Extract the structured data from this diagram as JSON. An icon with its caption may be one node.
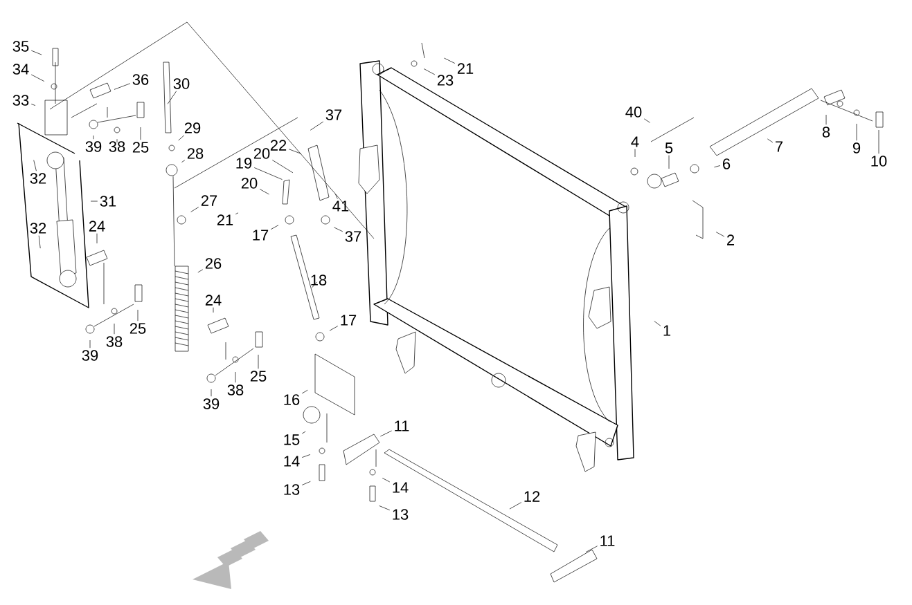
{
  "diagram": {
    "nodes": [
      {
        "text": [
          "35"
        ]
      },
      {
        "text": [
          "34"
        ]
      },
      {
        "text": [
          "33"
        ]
      },
      {
        "text": [
          "36"
        ]
      },
      {
        "text": [
          "30"
        ]
      },
      {
        "text": [
          "29"
        ]
      },
      {
        "text": [
          "28"
        ]
      },
      {
        "text": [
          "25"
        ]
      },
      {
        "text": [
          "38"
        ]
      },
      {
        "text": [
          "39"
        ]
      },
      {
        "text": [
          "32"
        ]
      },
      {
        "text": [
          "31"
        ]
      },
      {
        "text": [
          "32"
        ]
      },
      {
        "text": [
          "24"
        ]
      },
      {
        "text": [
          "27"
        ]
      },
      {
        "text": [
          "26"
        ]
      },
      {
        "text": [
          "24"
        ]
      },
      {
        "text": [
          "25"
        ]
      },
      {
        "text": [
          "38"
        ]
      },
      {
        "text": [
          "39"
        ]
      },
      {
        "text": [
          "25"
        ]
      },
      {
        "text": [
          "38"
        ]
      },
      {
        "text": [
          "39"
        ]
      },
      {
        "text": [
          "21"
        ]
      },
      {
        "text": [
          "20"
        ]
      },
      {
        "text": [
          "19"
        ]
      },
      {
        "text": [
          "20"
        ]
      },
      {
        "text": [
          "22"
        ]
      },
      {
        "text": [
          "37"
        ]
      },
      {
        "text": [
          "41"
        ]
      },
      {
        "text": [
          "17"
        ]
      },
      {
        "text": [
          "37"
        ]
      },
      {
        "text": [
          "18"
        ]
      },
      {
        "text": [
          "17"
        ]
      },
      {
        "text": [
          "16"
        ]
      },
      {
        "text": [
          "15"
        ]
      },
      {
        "text": [
          "14"
        ]
      },
      {
        "text": [
          "13"
        ]
      },
      {
        "text": [
          "11"
        ]
      },
      {
        "text": [
          "14"
        ]
      },
      {
        "text": [
          "13"
        ]
      },
      {
        "text": [
          "12"
        ]
      },
      {
        "text": [
          "11"
        ]
      },
      {
        "text": [
          "21"
        ]
      },
      {
        "text": [
          "23"
        ]
      },
      {
        "text": [
          "40"
        ]
      },
      {
        "text": [
          "4"
        ]
      },
      {
        "text": [
          "5"
        ]
      },
      {
        "text": [
          "6"
        ]
      },
      {
        "text": [
          "7"
        ]
      },
      {
        "text": [
          "8"
        ]
      },
      {
        "text": [
          "9"
        ]
      },
      {
        "text": [
          "10"
        ]
      },
      {
        "text": [
          "2"
        ]
      },
      {
        "text": [
          "1"
        ]
      }
    ],
    "edges": [
      {
        "from": 0,
        "to": null,
        "arrow": "none"
      },
      {
        "from": 1,
        "to": null,
        "arrow": "none"
      },
      {
        "from": 2,
        "to": null,
        "arrow": "none"
      },
      {
        "from": 3,
        "to": null,
        "arrow": "none"
      },
      {
        "from": 4,
        "to": null,
        "arrow": "none"
      },
      {
        "from": 5,
        "to": null,
        "arrow": "none"
      },
      {
        "from": 6,
        "to": null,
        "arrow": "none"
      },
      {
        "from": 7,
        "to": null,
        "arrow": "none"
      },
      {
        "from": 8,
        "to": null,
        "arrow": "none"
      },
      {
        "from": 9,
        "to": null,
        "arrow": "none"
      },
      {
        "from": 10,
        "to": null,
        "arrow": "none"
      },
      {
        "from": 11,
        "to": null,
        "arrow": "none"
      },
      {
        "from": 12,
        "to": null,
        "arrow": "none"
      },
      {
        "from": 13,
        "to": null,
        "arrow": "none"
      },
      {
        "from": 14,
        "to": null,
        "arrow": "none"
      },
      {
        "from": 15,
        "to": null,
        "arrow": "none"
      },
      {
        "from": 16,
        "to": null,
        "arrow": "none"
      },
      {
        "from": 17,
        "to": null,
        "arrow": "none"
      },
      {
        "from": 18,
        "to": null,
        "arrow": "none"
      },
      {
        "from": 19,
        "to": null,
        "arrow": "none"
      },
      {
        "from": 20,
        "to": null,
        "arrow": "none"
      },
      {
        "from": 21,
        "to": null,
        "arrow": "none"
      },
      {
        "from": 22,
        "to": null,
        "arrow": "none"
      },
      {
        "from": 23,
        "to": null,
        "arrow": "none"
      },
      {
        "from": 24,
        "to": null,
        "arrow": "none"
      },
      {
        "from": 25,
        "to": null,
        "arrow": "none"
      },
      {
        "from": 26,
        "to": null,
        "arrow": "none"
      },
      {
        "from": 27,
        "to": null,
        "arrow": "none"
      },
      {
        "from": 28,
        "to": null,
        "arrow": "none"
      },
      {
        "from": 29,
        "to": null,
        "arrow": "none"
      },
      {
        "from": 30,
        "to": null,
        "arrow": "none"
      },
      {
        "from": 31,
        "to": null,
        "arrow": "none"
      },
      {
        "from": 32,
        "to": null,
        "arrow": "none"
      },
      {
        "from": 33,
        "to": null,
        "arrow": "none"
      },
      {
        "from": 34,
        "to": null,
        "arrow": "none"
      },
      {
        "from": 35,
        "to": null,
        "arrow": "none"
      },
      {
        "from": 36,
        "to": null,
        "arrow": "none"
      },
      {
        "from": 37,
        "to": null,
        "arrow": "none"
      },
      {
        "from": 38,
        "to": null,
        "arrow": "none"
      },
      {
        "from": 39,
        "to": null,
        "arrow": "none"
      },
      {
        "from": 40,
        "to": null,
        "arrow": "none"
      },
      {
        "from": 41,
        "to": null,
        "arrow": "none"
      },
      {
        "from": 42,
        "to": null,
        "arrow": "none"
      },
      {
        "from": 43,
        "to": null,
        "arrow": "none"
      },
      {
        "from": 44,
        "to": null,
        "arrow": "none"
      },
      {
        "from": 45,
        "to": null,
        "arrow": "none"
      },
      {
        "from": 46,
        "to": null,
        "arrow": "none"
      },
      {
        "from": 47,
        "to": null,
        "arrow": "none"
      },
      {
        "from": 48,
        "to": null,
        "arrow": "none"
      },
      {
        "from": 49,
        "to": null,
        "arrow": "none"
      },
      {
        "from": 50,
        "to": null,
        "arrow": "none"
      },
      {
        "from": 51,
        "to": null,
        "arrow": "none"
      },
      {
        "from": 52,
        "to": null,
        "arrow": "none"
      },
      {
        "from": 53,
        "to": null,
        "arrow": "none"
      },
      {
        "from": 54,
        "to": null,
        "arrow": "none"
      }
    ]
  }
}
